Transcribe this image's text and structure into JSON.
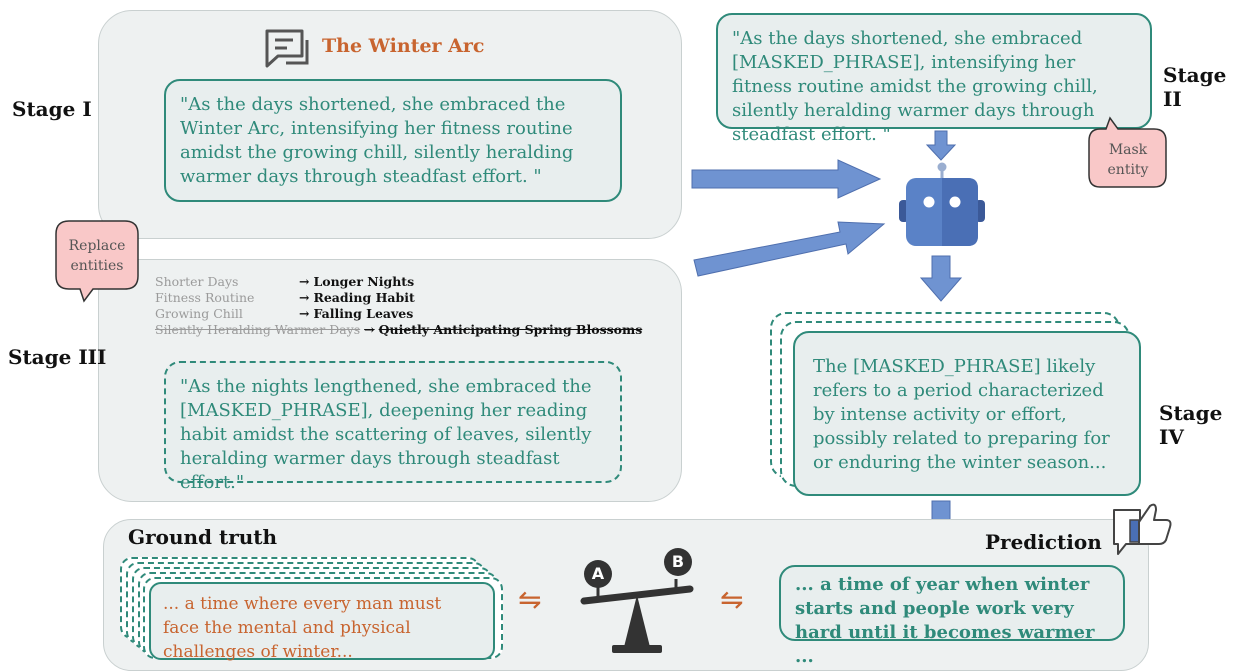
{
  "stage1": {
    "label": "Stage I",
    "title": "The Winter Arc",
    "quote": "\"As the days shortened, she embraced the Winter Arc, intensifying her fitness routine amidst the growing chill, silently heralding warmer days through steadfast effort. \""
  },
  "stage2": {
    "label": "Stage II",
    "quote": "\"As the days shortened, she embraced [MASKED_PHRASE], intensifying her fitness routine amidst the growing chill, silently heralding warmer days through steadfast effort. \"",
    "bubble": "Mask entity"
  },
  "stage3": {
    "label": "Stage III",
    "bubble": "Replace entities",
    "replacements": [
      {
        "old": "Shorter Days",
        "new": "Longer Nights",
        "struck": false
      },
      {
        "old": "Fitness Routine",
        "new": "Reading Habit",
        "struck": false
      },
      {
        "old": "Growing Chill",
        "new": "Falling Leaves",
        "struck": false
      },
      {
        "old": "Silently Heralding Warmer Days",
        "new": "Quietly Anticipating Spring Blossoms",
        "struck": true
      }
    ],
    "arrow": "→",
    "quote": "\"As the nights lengthened, she embraced the [MASKED_PHRASE], deepening her reading habit amidst the scattering of leaves, silently heralding warmer days  through steadfast effort.\""
  },
  "stage4": {
    "label": "Stage IV",
    "quote": "The [MASKED_PHRASE] likely refers to a period characterized by intense activity or effort, possibly related to preparing for or enduring the winter season..."
  },
  "bottom": {
    "ground_truth_label": "Ground truth",
    "ground_truth_text": "... a time where every man must face the mental and physical challenges of winter...",
    "prediction_label": "Prediction",
    "prediction_text": "... a time of year when winter starts and people work very hard until it becomes warmer ...",
    "scale_left": "A",
    "scale_right": "B",
    "exchange_symbol": "⇋"
  },
  "colors": {
    "teal": "#2f8a7a",
    "orange": "#c8642f",
    "arrow_blue": "#6f93d1",
    "robot_blue": "#4a6fb5",
    "bubble_pink": "#f9c8c8",
    "panel_gray": "#eef1f1"
  },
  "icons": [
    "chat-icon",
    "robot-icon",
    "thumbs-up-icon",
    "balance-scale-icon"
  ]
}
